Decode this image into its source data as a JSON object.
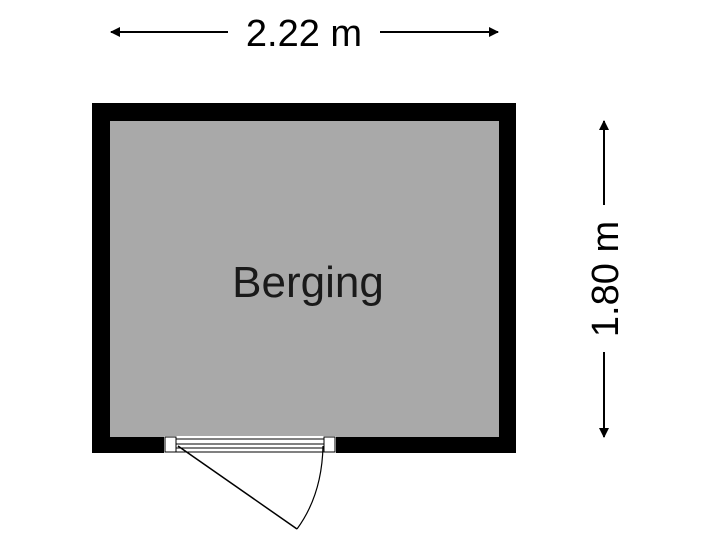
{
  "floorplan": {
    "room": {
      "name": "Berging",
      "fill_color": "#a9a9a9"
    },
    "wall_color": "#000000",
    "dimensions": {
      "width": "2.22 m",
      "height": "1.80 m"
    },
    "door": {
      "type": "swing-door",
      "position": "bottom-wall"
    }
  }
}
